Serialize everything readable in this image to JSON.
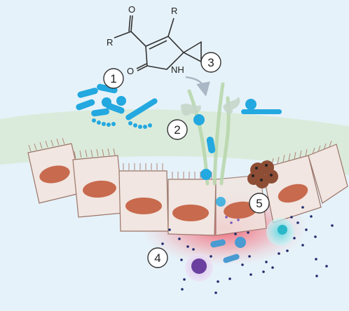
{
  "figure": {
    "colors": {
      "background": "#e6f2f9",
      "mucus": "#d8ead6",
      "cell_fill": "#f1e6e1",
      "cell_stroke": "#9b7468",
      "nucleus": "#c86a4e",
      "microbe": "#23a8e0",
      "inflammation": "#f0475a",
      "immune_purple": "#c9a6de",
      "immune_cyan": "#7fe3e8",
      "dot_navy": "#1f2b6e",
      "fungus_brown": "#8e4d35"
    },
    "molecule": {
      "r_top": "R",
      "r_left": "R",
      "o_ketone": "O",
      "o_lactam": "O",
      "nh": "NH"
    },
    "labels": {
      "one": "1",
      "two": "2",
      "three": "3",
      "four": "4",
      "five": "5"
    }
  }
}
